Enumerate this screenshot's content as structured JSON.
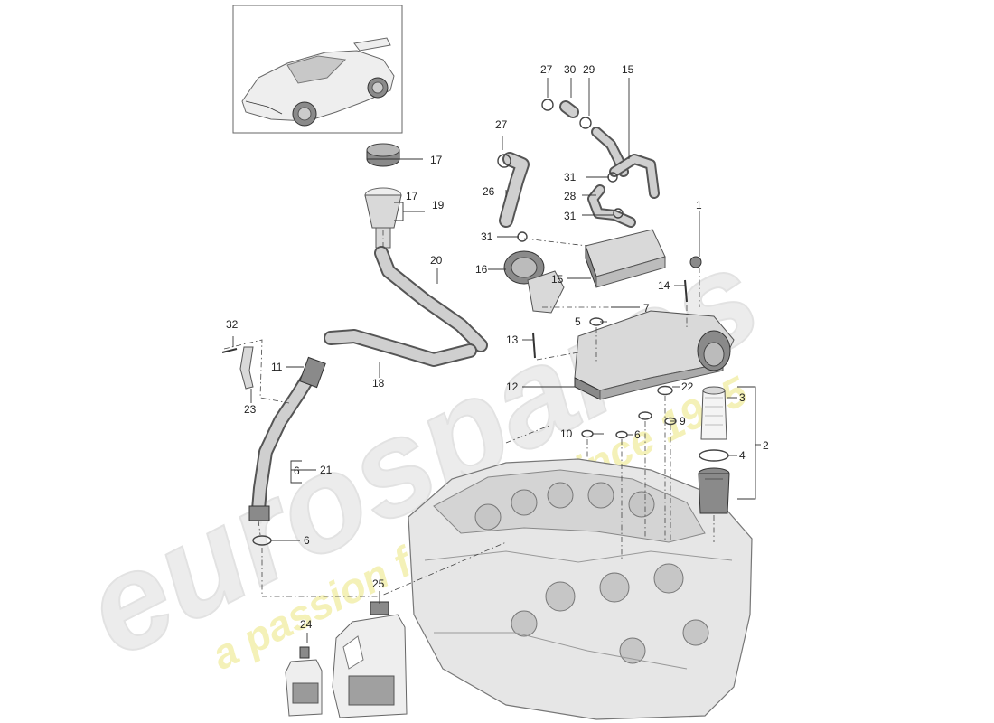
{
  "watermark": {
    "brand": "eurospares",
    "tagline": "a passion for parts since 1985",
    "brand_color": "#e9e9e9",
    "tagline_color": "#f3f0b0"
  },
  "callouts": [
    "1",
    "2",
    "3",
    "4",
    "5",
    "6",
    "6",
    "6",
    "7",
    "9",
    "10",
    "11",
    "12",
    "13",
    "14",
    "15",
    "15",
    "16",
    "17",
    "17",
    "18",
    "19",
    "20",
    "21",
    "22",
    "23",
    "24",
    "25",
    "26",
    "27",
    "27",
    "28",
    "29",
    "30",
    "31",
    "31",
    "31",
    "32"
  ],
  "icons": {
    "car": "sports-car-icon",
    "engine": "engine-block-icon",
    "oil_bottle_small": "oil-bottle-icon",
    "oil_can": "oil-can-icon"
  }
}
